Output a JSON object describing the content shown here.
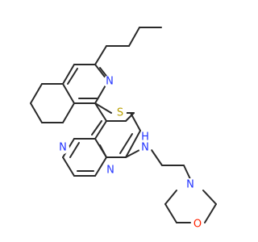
{
  "molecule": {
    "atoms": [
      {
        "id": "N_pyridine",
        "label": "N",
        "color": "#2233ff"
      },
      {
        "id": "S_thiophene",
        "label": "S",
        "color": "#b8a000"
      },
      {
        "id": "N_pyrimidine_1",
        "label": "N",
        "color": "#2233ff"
      },
      {
        "id": "N_pyrimidine_2",
        "label": "N",
        "color": "#2233ff"
      },
      {
        "id": "N_amine",
        "label": "N",
        "color": "#2233ff"
      },
      {
        "id": "H_amine",
        "label": "H",
        "color": "#2233ff"
      },
      {
        "id": "N_morpholine",
        "label": "N",
        "color": "#2233ff"
      },
      {
        "id": "O_morpholine",
        "label": "O",
        "color": "#ff2200"
      }
    ]
  }
}
